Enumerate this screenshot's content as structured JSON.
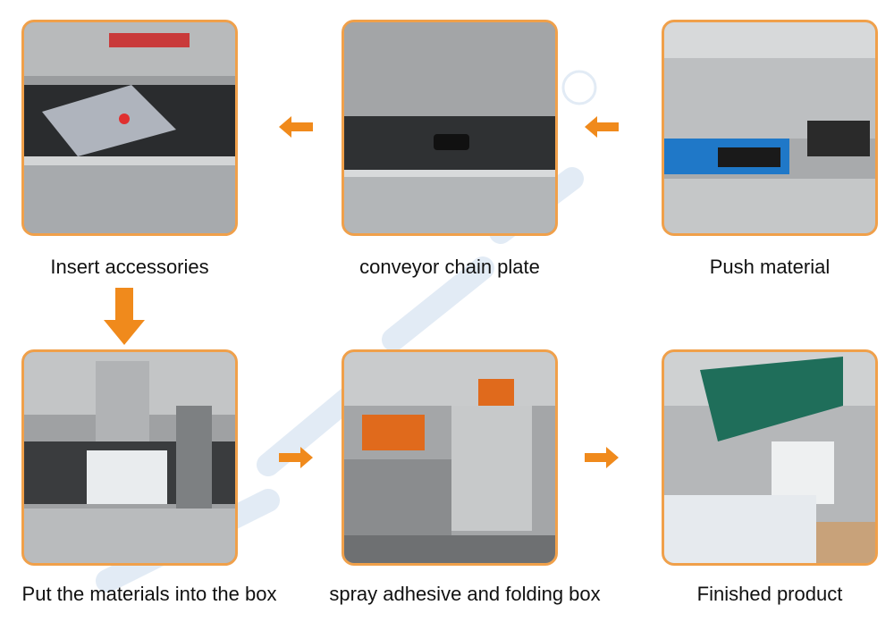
{
  "steps": [
    {
      "id": "insert-accessories",
      "caption": "Insert accessories"
    },
    {
      "id": "conveyor-chain-plate",
      "caption": "conveyor chain plate"
    },
    {
      "id": "push-material",
      "caption": "Push material"
    },
    {
      "id": "put-into-box",
      "caption": "Put the materials into the box"
    },
    {
      "id": "spray-adhesive",
      "caption": "spray adhesive and folding box"
    },
    {
      "id": "finished-product",
      "caption": "Finished product"
    }
  ],
  "colors": {
    "frame": "#f0a04a",
    "arrow": "#f08a1c",
    "watermark": "#dbe6f3"
  }
}
